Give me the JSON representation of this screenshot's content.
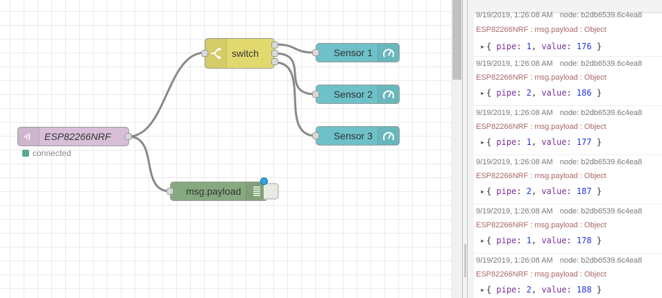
{
  "flow": {
    "nodes": {
      "mqtt_in": {
        "label": "ESP82266NRF",
        "icon": "radio-waves-icon",
        "color": "#d8bfd8",
        "status_text": "connected",
        "status_color": "#5ba88c"
      },
      "switch": {
        "label": "switch",
        "icon": "switch-fork-icon",
        "color": "#e2d96e"
      },
      "sensor1": {
        "label": "Sensor 1",
        "icon": "gauge-icon",
        "color": "#6ec1c8"
      },
      "sensor2": {
        "label": "Sensor 2",
        "icon": "gauge-icon",
        "color": "#6ec1c8"
      },
      "sensor3": {
        "label": "Sensor 3",
        "icon": "gauge-icon",
        "color": "#6ec1c8"
      },
      "debug": {
        "label": "msg.payload",
        "icon": "list-lines-icon",
        "color": "#87a980",
        "changed_indicator_color": "#2fa3e6"
      }
    }
  },
  "debug_sidebar": {
    "messages": [
      {
        "timestamp": "9/19/2019, 1:26:08 AM",
        "node": "node: b2db6539.6c4ea8",
        "topic": "ESP82266NRF : msg.payload : Object",
        "pipe": "1",
        "value": "176"
      },
      {
        "timestamp": "9/19/2019, 1:26:08 AM",
        "node": "node: b2db6539.6c4ea8",
        "topic": "ESP82266NRF : msg.payload : Object",
        "pipe": "2",
        "value": "186"
      },
      {
        "timestamp": "9/19/2019, 1:26:08 AM",
        "node": "node: b2db6539.6c4ea8",
        "topic": "ESP82266NRF : msg.payload : Object",
        "pipe": "1",
        "value": "177"
      },
      {
        "timestamp": "9/19/2019, 1:26:08 AM",
        "node": "node: b2db6539.6c4ea8",
        "topic": "ESP82266NRF : msg.payload : Object",
        "pipe": "2",
        "value": "187"
      },
      {
        "timestamp": "9/19/2019, 1:26:08 AM",
        "node": "node: b2db6539.6c4ea8",
        "topic": "ESP82266NRF : msg.payload : Object",
        "pipe": "1",
        "value": "178"
      },
      {
        "timestamp": "9/19/2019, 1:26:08 AM",
        "node": "node: b2db6539.6c4ea8",
        "topic": "ESP82266NRF : msg.payload : Object",
        "pipe": "2",
        "value": "188"
      }
    ],
    "payload_keys": {
      "pipe": "pipe",
      "value": "value"
    }
  }
}
